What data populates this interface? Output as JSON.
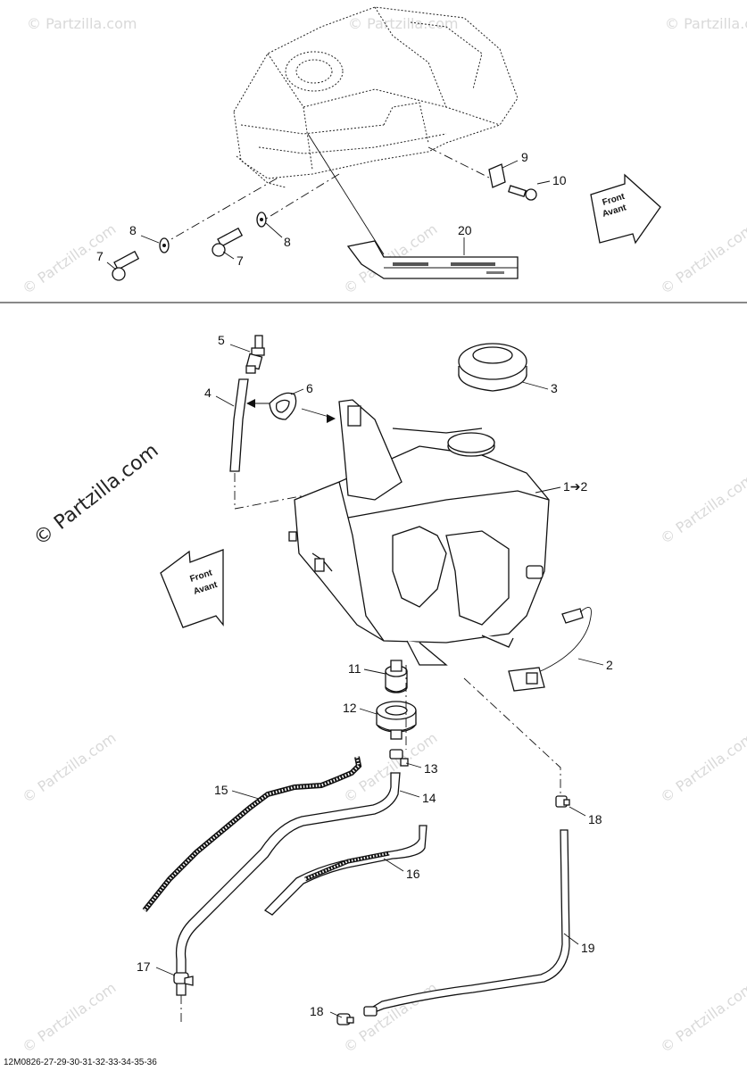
{
  "diagram": {
    "front_labels": {
      "top": {
        "line1": "Front",
        "line2": "Avant"
      },
      "middle": {
        "line1": "Front",
        "line2": "Avant"
      }
    },
    "callouts": {
      "c1": "1➔2",
      "c2": "2",
      "c3": "3",
      "c4": "4",
      "c5": "5",
      "c6": "6",
      "c7a": "7",
      "c7b": "7",
      "c8a": "8",
      "c8b": "8",
      "c9": "9",
      "c10": "10",
      "c11": "11",
      "c12": "12",
      "c13": "13",
      "c14": "14",
      "c15": "15",
      "c16": "16",
      "c17": "17",
      "c18a": "18",
      "c18b": "18",
      "c19": "19",
      "c20": "20"
    },
    "watermark_main": "© Partzilla.com",
    "watermark_faint": "© Partzilla.com",
    "footer_code": "12M0826-27-29-30-31-32-33-34-35-36"
  }
}
